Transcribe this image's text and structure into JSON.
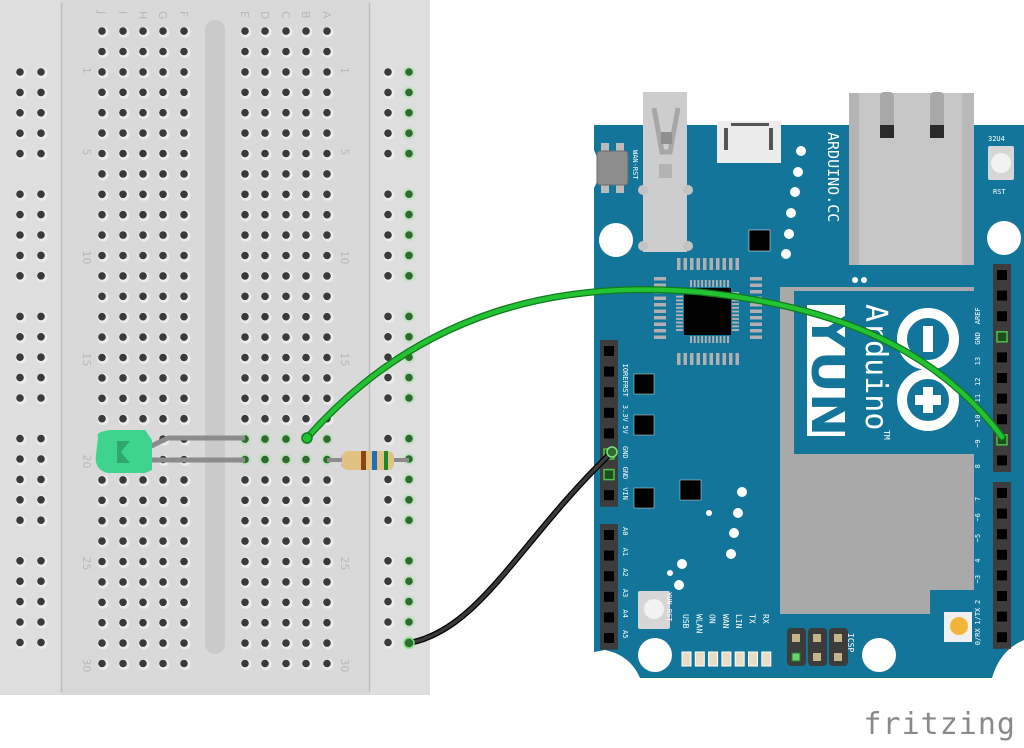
{
  "app": {
    "name": "Fritzing",
    "view": "Breadboard view",
    "logo_text": "fritzing"
  },
  "colors": {
    "breadboard": "#d9d9d9",
    "hole": "#3a3a3a",
    "hole_connected": "#2e6b2e",
    "hole_glow": "#7fe07f",
    "pcb": "#13759a",
    "wire_signal": "#22b530",
    "wire_ground": "#222222",
    "led_body": "#3fd48e",
    "resistor_body": "#e2c282"
  },
  "breadboard": {
    "column_labels_left": [
      "J",
      "I",
      "H",
      "G",
      "F"
    ],
    "column_labels_right": [
      "E",
      "D",
      "C",
      "B",
      "A"
    ],
    "row_labels": [
      "1",
      "5",
      "10",
      "15",
      "20",
      "25",
      "30"
    ],
    "row_count": 30
  },
  "components": {
    "led": {
      "name": "LED",
      "color": "green",
      "row": "20"
    },
    "resistor": {
      "name": "Resistor",
      "bands": [
        "#8b4513",
        "#1f6fc0",
        "#1a8a2a"
      ]
    }
  },
  "arduino": {
    "name": "Arduino Yún",
    "brand_text": "ARDUINO.CC",
    "logo_word": "Arduino",
    "model": "YUN",
    "tm": "TM",
    "labels": {
      "wan_rst": "WAN-RST",
      "rst32u4_top": "32U4",
      "rst32u4_bottom": "RST",
      "yun_rst": "YUN-RST",
      "icsp": "ICSP"
    },
    "power_header": [
      "IOREF",
      "RST",
      "3.3V",
      "5V",
      "GND",
      "GND",
      "VIN"
    ],
    "analog_header": [
      "A0",
      "A1",
      "A2",
      "A3",
      "A4",
      "A5"
    ],
    "digital_header_top": [
      "",
      "",
      "AREF",
      "GND",
      "13",
      "12",
      "~11",
      "~10",
      "~9",
      "8"
    ],
    "digital_header_bottom": [
      "7",
      "~6",
      "~5",
      "4",
      "~3",
      "2",
      "1/TX",
      "0/RX"
    ],
    "status_leds": [
      "USB",
      "WLAN",
      "ON",
      "WAN",
      "LIN",
      "TX",
      "RX"
    ]
  },
  "wires": [
    {
      "name": "signal-wire",
      "from": "breadboard row 19 column B",
      "to": "Arduino pin ~9",
      "color": "green"
    },
    {
      "name": "ground-wire",
      "from": "breadboard right rail row 29",
      "to": "Arduino GND",
      "color": "black"
    }
  ]
}
